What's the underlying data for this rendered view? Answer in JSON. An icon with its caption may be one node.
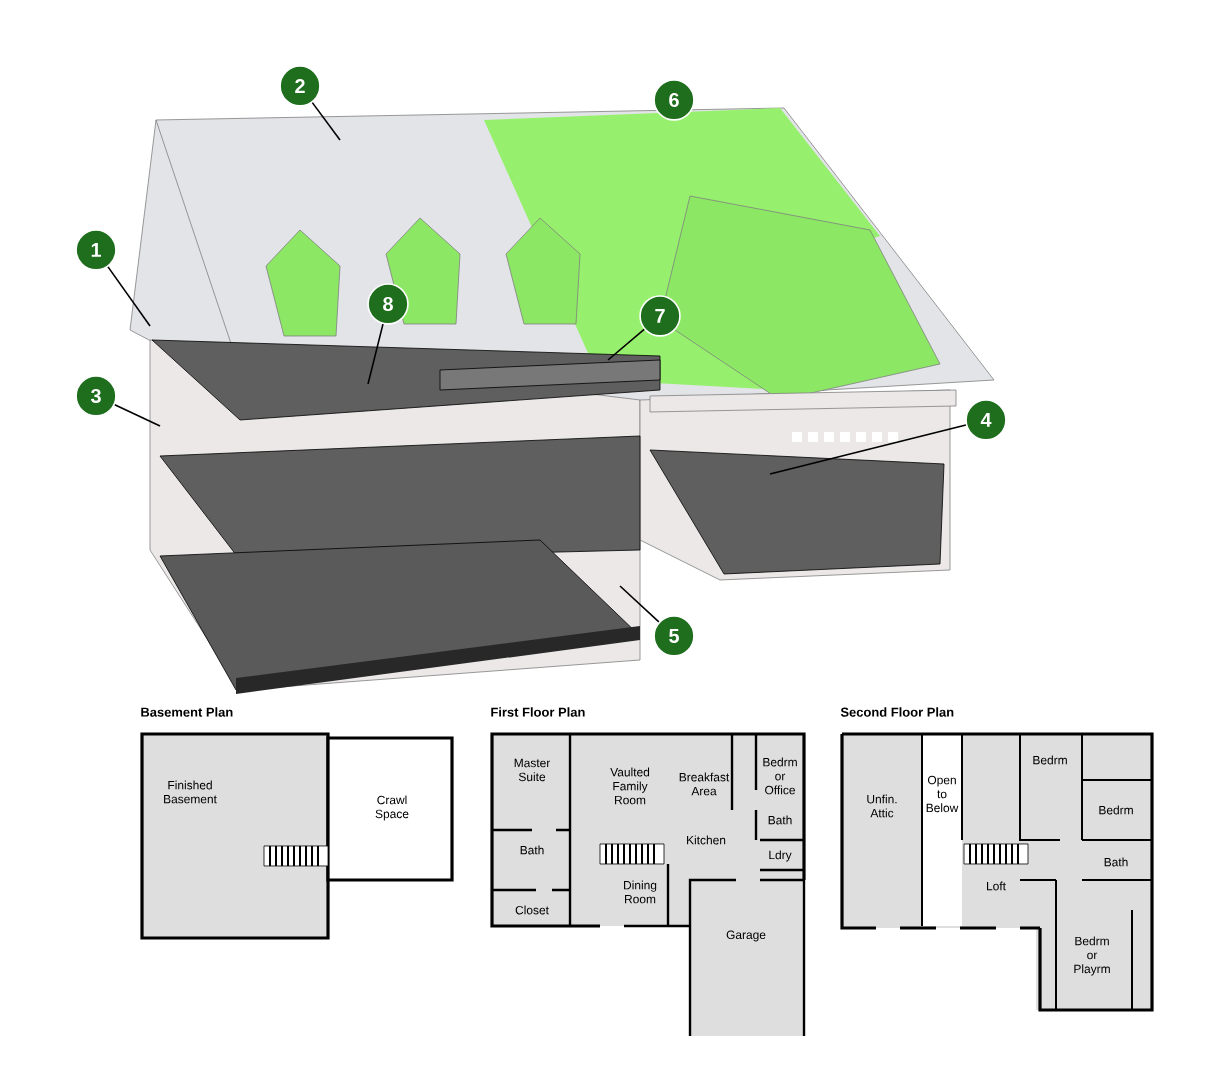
{
  "diagram": {
    "nodes": [
      {
        "text": [
          "2"
        ]
      },
      {
        "text": [
          "6"
        ]
      },
      {
        "text": [
          "1"
        ]
      },
      {
        "text": [
          "8"
        ]
      },
      {
        "text": [
          "7"
        ]
      },
      {
        "text": [
          "3"
        ]
      },
      {
        "text": [
          "4"
        ]
      },
      {
        "text": [
          "5"
        ]
      }
    ],
    "edges": [
      {
        "from": 0,
        "to": null,
        "arrow": "none"
      },
      {
        "from": 2,
        "to": null,
        "arrow": "none"
      },
      {
        "from": 3,
        "to": null,
        "arrow": "none"
      },
      {
        "from": 4,
        "to": null,
        "arrow": "none"
      },
      {
        "from": 5,
        "to": null,
        "arrow": "none"
      },
      {
        "from": 6,
        "to": null,
        "arrow": "none"
      },
      {
        "from": 7,
        "to": null,
        "arrow": "none"
      }
    ],
    "labels": [
      "Basement Plan",
      "Finished Basement",
      "Crawl Space",
      "First Floor Plan",
      "Master Suite",
      "Vaulted Family Room",
      "Breakfast Area",
      "Bedrm or Office",
      "Bath",
      "Kitchen",
      "Bath",
      "Ldry",
      "Dining Room",
      "Closet",
      "Garage",
      "Second Floor Plan",
      "Unfin. Attic",
      "Open to Below",
      "Bedrm",
      "Bedrm",
      "Bath",
      "Loft",
      "Bedrm or Playrm"
    ]
  }
}
